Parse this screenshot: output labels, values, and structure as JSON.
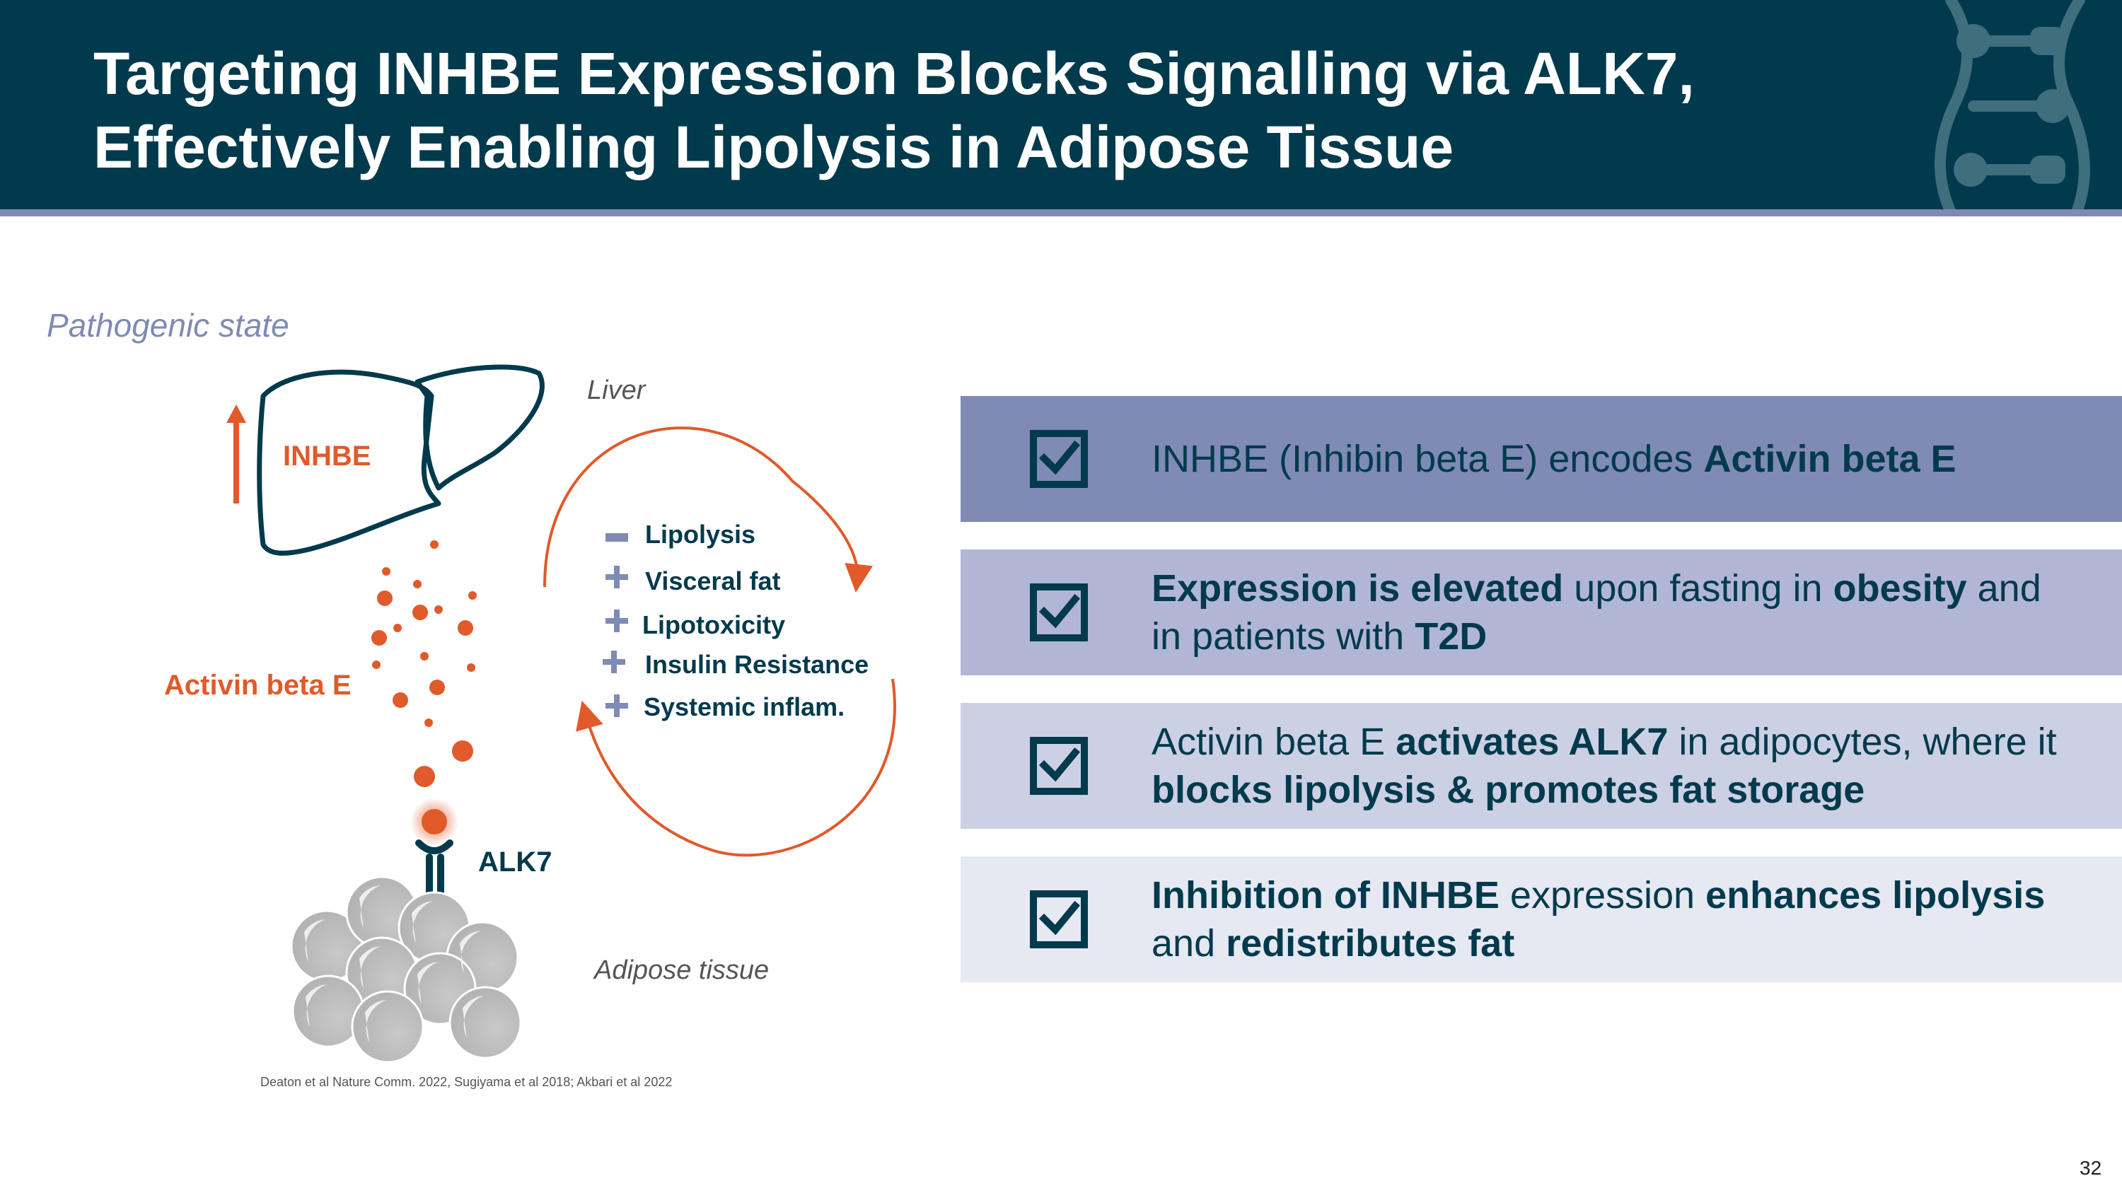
{
  "title": {
    "line1": "Targeting INHBE Expression Blocks Signalling via ALK7,",
    "line2": "Effectively Enabling Lipolysis in Adipose Tissue"
  },
  "logo": {
    "icon": "dna-helix-logo-icon"
  },
  "diagram": {
    "state_label": "Pathogenic state",
    "liver_label": "Liver",
    "inhbe_label": "INHBE",
    "activin_label": "Activin beta E",
    "receptor_label": "ALK7",
    "adipose_label": "Adipose tissue",
    "effects": [
      {
        "sign": "minus",
        "label": "Lipolysis"
      },
      {
        "sign": "plus",
        "label": "Visceral fat"
      },
      {
        "sign": "plus",
        "label": "Lipotoxicity"
      },
      {
        "sign": "plus",
        "label": "Insulin Resistance"
      },
      {
        "sign": "plus",
        "label": "Systemic inflam."
      }
    ],
    "colors": {
      "orange": "#e05a2a",
      "navy": "#003a4c",
      "slate": "#7f8ab5",
      "fat_cell": "#bdbdbd"
    }
  },
  "points": [
    {
      "plain1": "INHBE (Inhibin beta E) encodes ",
      "bold1": "Activin beta E",
      "bg": "#7f8ab5"
    },
    {
      "bold1": "Expression is elevated",
      "plain1": " upon fasting in ",
      "bold2": "obesity",
      "plain2": " and",
      "plain3": "in patients with ",
      "bold3": "T2D",
      "bg": "#b2b6d6"
    },
    {
      "plain1": "Activin beta E ",
      "bold1": "activates ALK7",
      "plain2": " in adipocytes, where it",
      "bold2": "blocks lipolysis & promotes fat storage",
      "bg": "#ccd0e4"
    },
    {
      "bold1": "Inhibition of INHBE",
      "plain1": " expression ",
      "bold2": "enhances lipolysis",
      "plain2": "and ",
      "bold3": "redistributes fat",
      "bg": "#e6e8f2"
    }
  ],
  "citation": "Deaton et al Nature Comm. 2022, Sugiyama et al 2018; Akbari et al 2022",
  "page_number": "32"
}
